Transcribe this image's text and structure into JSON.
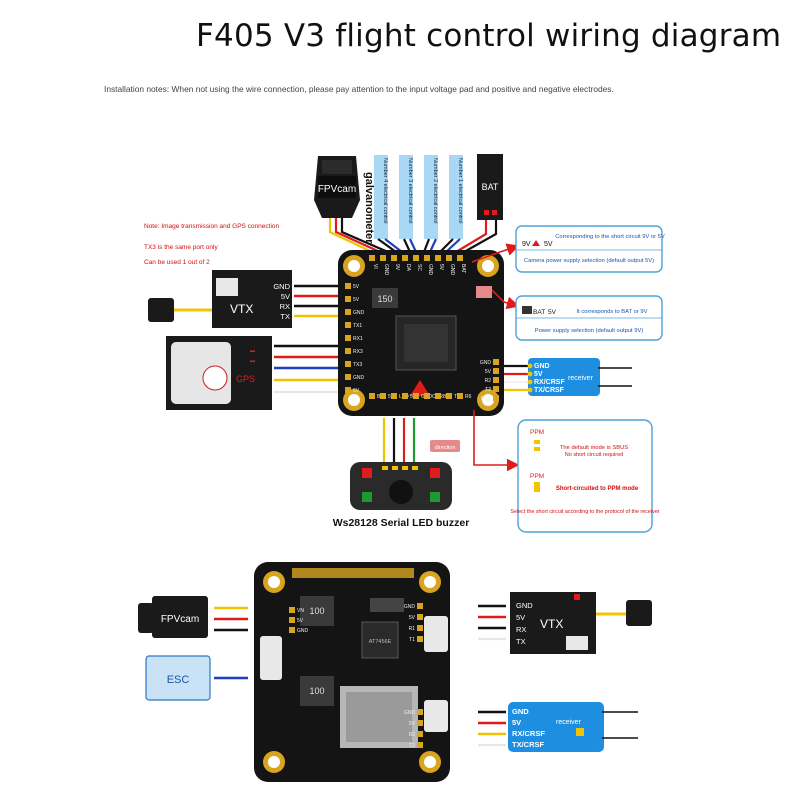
{
  "title": "F405 V3 flight control wiring diagram",
  "installation_note": "Installation notes: When not using the wire connection, please pay attention to the input voltage pad and positive and negative electrodes.",
  "colors": {
    "wire_red": "#e01b1b",
    "wire_black": "#111111",
    "wire_yellow": "#f2c400",
    "wire_white": "#f4f4f4",
    "wire_blue": "#1f3fbf",
    "wire_green": "#1f9a2e",
    "callout_blue": "#4fa3d8",
    "board_black": "#141414",
    "receiver_blue": "#1e8fe0",
    "motor_strip_blue": "#a9d8f5",
    "pad_gold": "#d9a520",
    "esc_fill": "#c9e2f6"
  },
  "top": {
    "fpv_label": "FPVcam",
    "bat_label": "BAT",
    "galvanometer_label": "galvanometer",
    "motor_labels": [
      "Number 4 electrical control",
      "Number 3 electrical control",
      "Number 2 electrical control",
      "Number 1 electrical control"
    ],
    "side_note": {
      "line1": "Note: Image transmission and GPS connection",
      "line2": "TX3 is the same port only",
      "line3": "Can be used 1 out of 2"
    },
    "vtx": {
      "title": "VTX",
      "pins": [
        "GND",
        "5V",
        "RX",
        "TX"
      ]
    },
    "gps_label": "GPS",
    "board_pads_left": [
      "5V",
      "5V",
      "GND",
      "TX1",
      "RX1",
      "RX3",
      "TX3",
      "GND",
      "5V"
    ],
    "board_pads_top": [
      "VI",
      "GND",
      "9V",
      "DA",
      "SC",
      "GND",
      "5V",
      "GND",
      "BAT"
    ],
    "board_pads_bottom": [
      "B2",
      "5V",
      "LED",
      "5V",
      "GND",
      "CUR",
      "BAT",
      "T6",
      "R6"
    ],
    "board_pads_right": [
      "GND",
      "5V",
      "R2",
      "T2",
      "RSS"
    ],
    "board_chip_label": "150",
    "camera_callout": {
      "v_left": "9V",
      "v_right": "5V",
      "line1": "Corresponding to the short circuit 9V or 5V",
      "line2": "Camera power supply selection (default output 5V)"
    },
    "power_callout": {
      "v_left": "BAT",
      "v_right": "5V",
      "line1": "It corresponds to BAT or 9V",
      "line2": "Power supply selection (default output 9V)"
    },
    "receiver": {
      "label": "receiver",
      "pins": [
        "GND",
        "5V",
        "RX/CRSF",
        "TX/CRSF"
      ]
    },
    "ppm_callout": {
      "ppm_label1": "PPM",
      "ppm_label2": "PPM",
      "line1": "The default mode is SBUS",
      "line2": "No short circuit required",
      "line3": "Short-circuited to PPM mode",
      "line4": "Select the short circuit according to the protocol of the receiver"
    },
    "direction_label": "direction",
    "led_caption": "Ws28128 Serial LED buzzer"
  },
  "bottom": {
    "fpv_label": "FPVcam",
    "esc_label": "ESC",
    "vtx": {
      "title": "VTX",
      "pins": [
        "GND",
        "5V",
        "RX",
        "TX"
      ]
    },
    "receiver": {
      "label": "receiver",
      "pins": [
        "GND",
        "5V",
        "RX/CRSF",
        "TX/CRSF"
      ]
    },
    "board_pads_left": [
      "GND",
      "5V",
      "VN"
    ],
    "board_pads_right": [
      "GND",
      "5V",
      "R1",
      "T1"
    ],
    "board_pads_right2": [
      "GND",
      "5V",
      "R2",
      "T2"
    ],
    "ic1_label": "100",
    "ic2_label": "100",
    "chip_label": "AT7456E"
  }
}
